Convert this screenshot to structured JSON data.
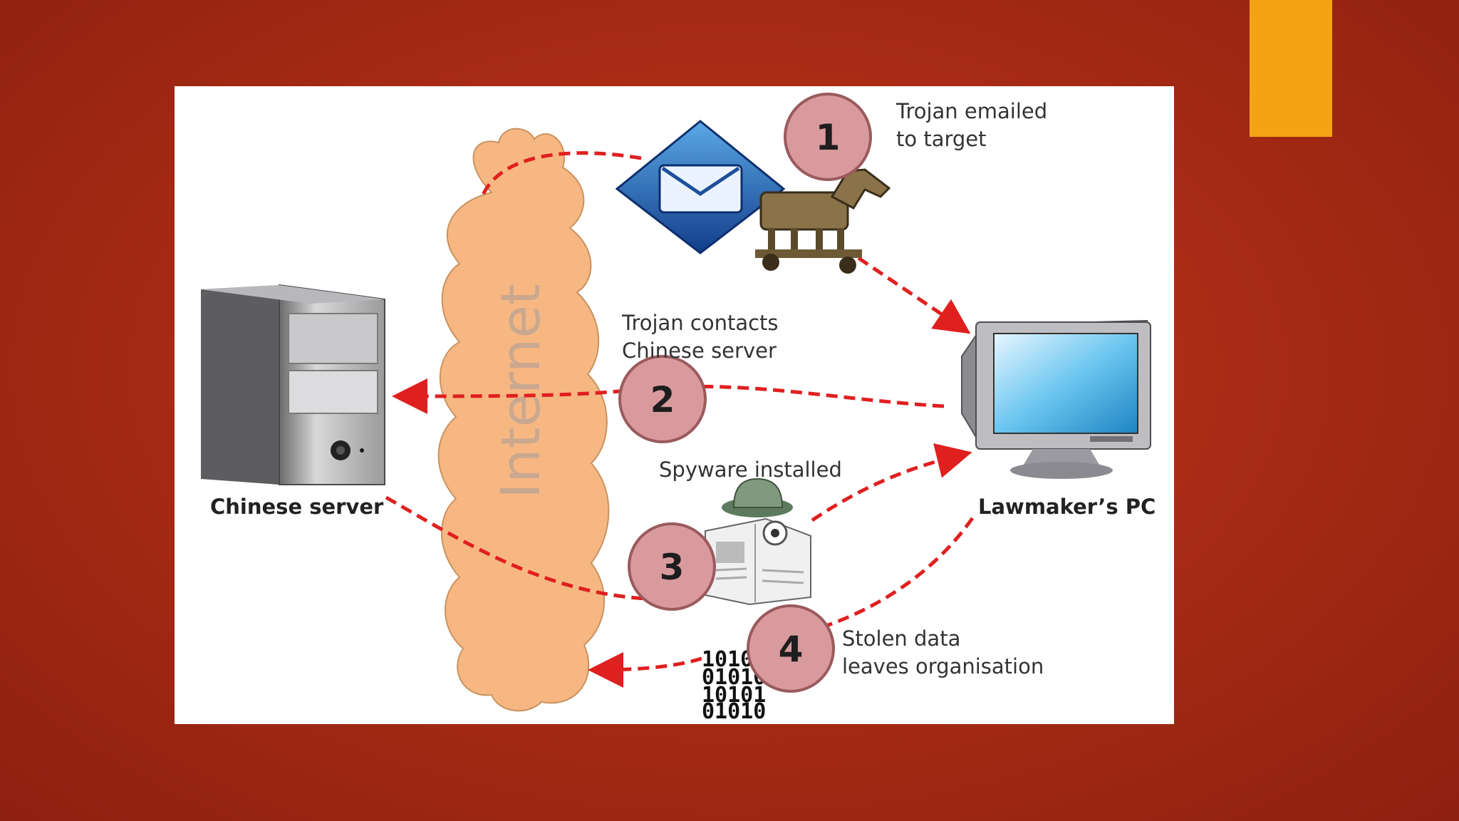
{
  "diagram": {
    "cloud_label": "Internet",
    "server_label": "Chinese server",
    "pc_label": "Lawmaker’s PC",
    "steps": [
      {
        "number": "1",
        "line1": "Trojan emailed",
        "line2": "to target"
      },
      {
        "number": "2",
        "line1": "Trojan contacts",
        "line2": "Chinese server"
      },
      {
        "number": "3",
        "line1": "Spyware installed",
        "line2": ""
      },
      {
        "number": "4",
        "line1": "Stolen data",
        "line2": "leaves organisation"
      }
    ],
    "binary_rows": [
      "10101",
      "01010",
      "10101",
      "01010"
    ]
  },
  "colors": {
    "background": "#a52a14",
    "accent": "#f4a312",
    "arrow": "#e01f1f",
    "step_circle": "#d99a9e",
    "cloud": "#f7b783"
  },
  "icons": [
    "email-icon",
    "trojan-horse-icon",
    "server-icon",
    "monitor-icon",
    "spy-icon",
    "binary-data-icon"
  ]
}
